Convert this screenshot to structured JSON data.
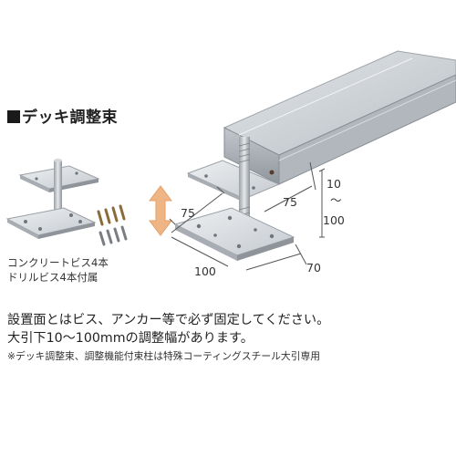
{
  "title": "デッキ調整束",
  "captions": {
    "screws_concrete": "コンクリートビス4本",
    "screws_drill": "ドリルビス4本付属"
  },
  "dimensions": {
    "upper_width": "75",
    "upper_depth": "75",
    "height_top": "10",
    "height_tilde": "〜",
    "height_bottom": "100",
    "base_width": "100",
    "base_depth": "70"
  },
  "description": {
    "line1": "設置面とはビス、アンカー等で必ず固定してください。",
    "line2": "大引下10〜100mmの調整幅があります。",
    "note": "※デッキ調整束、調整機能付束柱は特殊コーティングスチール大引専用"
  },
  "colors": {
    "accent_arrow": "#f0b585",
    "dimension_line": "#555555",
    "steel": "#c9ced2"
  }
}
